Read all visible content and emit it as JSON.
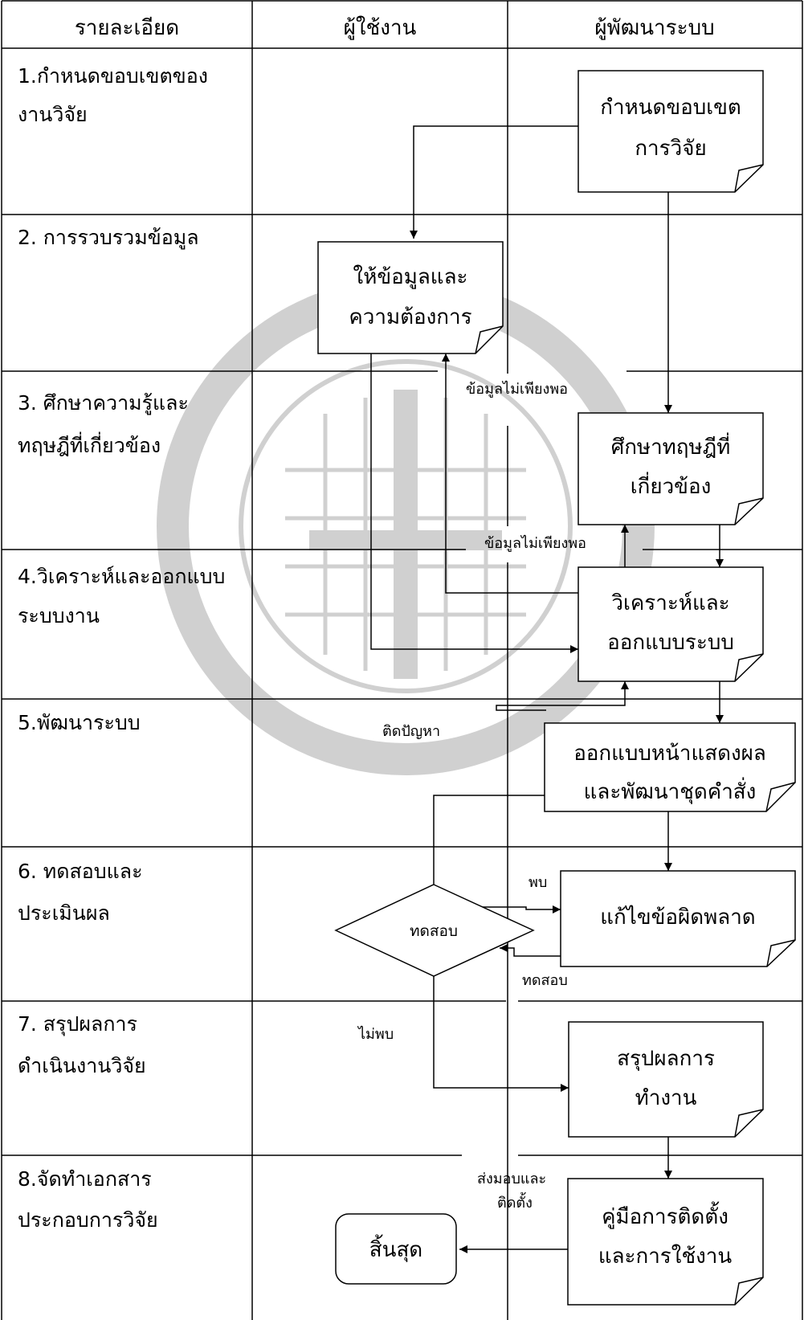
{
  "headers": {
    "details": "รายละเอียด",
    "user": "ผู้ใช้งาน",
    "developer": "ผู้พัฒนาระบบ"
  },
  "steps": [
    {
      "line1": "1.กำหนดขอบเขตของ",
      "line2": "งานวิจัย"
    },
    {
      "line1": "2. การรวบรวมข้อมูล",
      "line2": ""
    },
    {
      "line1": "3. ศึกษาความรู้และ",
      "line2": "ทฤษฎีที่เกี่ยวข้อง"
    },
    {
      "line1": "4.วิเคราะห์และออกแบบ",
      "line2": "ระบบงาน"
    },
    {
      "line1": "5.พัฒนาระบบ",
      "line2": ""
    },
    {
      "line1": "6. ทดสอบและ",
      "line2": "ประเมินผล"
    },
    {
      "line1": "7. สรุปผลการ",
      "line2": "ดำเนินงานวิจัย"
    },
    {
      "line1": "8.จัดทำเอกสาร",
      "line2": "ประกอบการวิจัย"
    }
  ],
  "nodes": {
    "define_scope": {
      "line1": "กำหนดขอบเขต",
      "line2": "การวิจัย"
    },
    "provide_info": {
      "line1": "ให้ข้อมูลและ",
      "line2": "ความต้องการ"
    },
    "study_theory": {
      "line1": "ศึกษาทฤษฎีที่",
      "line2": "เกี่ยวข้อง"
    },
    "analyze_design": {
      "line1": "วิเคราะห์และ",
      "line2": "ออกแบบระบบ"
    },
    "design_develop": {
      "line1": "ออกแบบหน้าแสดงผล",
      "line2": "และพัฒนาชุดคำสั่ง"
    },
    "fix_errors": {
      "line1": "แก้ไขข้อผิดพลาด"
    },
    "test": {
      "label": "ทดสอบ"
    },
    "summarize": {
      "line1": "สรุปผลการ",
      "line2": "ทำงาน"
    },
    "manual": {
      "line1": "คู่มือการติดตั้ง",
      "line2": "และการใช้งาน"
    },
    "end": {
      "label": "สิ้นสุด"
    }
  },
  "edge_labels": {
    "insufficient_1": "ข้อมูลไม่เพียงพอ",
    "insufficient_2": "ข้อมูลไม่เพียงพอ",
    "problem": "ติดปัญหา",
    "found": "พบ",
    "retest": "ทดสอบ",
    "not_found": "ไม่พบ",
    "deliver_line1": "ส่งมอบและ",
    "deliver_line2": "ติดตั้ง"
  }
}
